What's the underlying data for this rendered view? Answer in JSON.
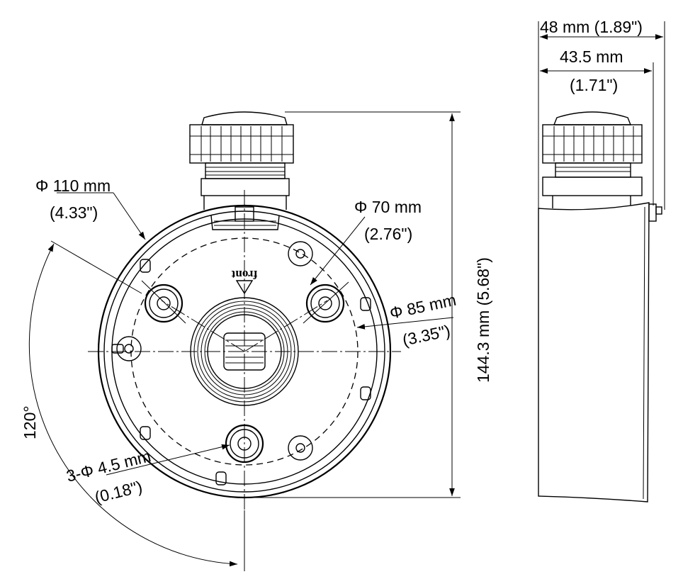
{
  "dimensions": {
    "outer_diameter": {
      "value": "Φ 110 mm",
      "inch": "(4.33\")"
    },
    "inner_diameter": {
      "value": "Φ 70 mm",
      "inch": "(2.76\")"
    },
    "mounting_diameter": {
      "value": "Φ 85 mm",
      "inch": "(3.35\")"
    },
    "hole_spec": {
      "value": "3-Φ 4.5 mm",
      "inch": "(0.18\")"
    },
    "angle": "120°",
    "height": "144.3 mm  (5.68\")",
    "total_depth": "48 mm  (1.89\")",
    "body_depth": {
      "value": "43.5 mm",
      "inch": "(1.71\")"
    }
  },
  "front_marking": "front"
}
